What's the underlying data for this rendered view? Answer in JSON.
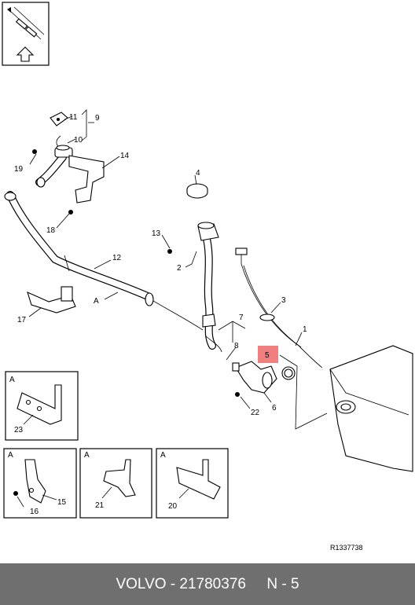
{
  "diagram": {
    "callouts": {
      "c1": "1",
      "c2": "2",
      "c3": "3",
      "c4": "4",
      "c5": "5",
      "c6": "6",
      "c7": "7",
      "c8": "8",
      "c9": "9",
      "c10": "10",
      "c11": "11",
      "c12": "12",
      "c13": "13",
      "c14": "14",
      "c15": "15",
      "c16": "16",
      "c17": "17",
      "c18": "18",
      "c19": "19",
      "c20": "20",
      "c21": "21",
      "c22": "22",
      "c23": "23"
    },
    "highlight_color": "#f08080",
    "view_marker_label": "A",
    "detail_panels": [
      {
        "label": "A",
        "part": "23"
      },
      {
        "label": "A",
        "parts": [
          "15",
          "16"
        ]
      },
      {
        "label": "A",
        "part": "21"
      },
      {
        "label": "A",
        "part": "20"
      }
    ],
    "reference_code": "R1337738",
    "nav_icon": "up-arrow-icon"
  },
  "footer": {
    "text": "VOLVO - 21780376     N - 5",
    "background": "#6f6f6f"
  }
}
